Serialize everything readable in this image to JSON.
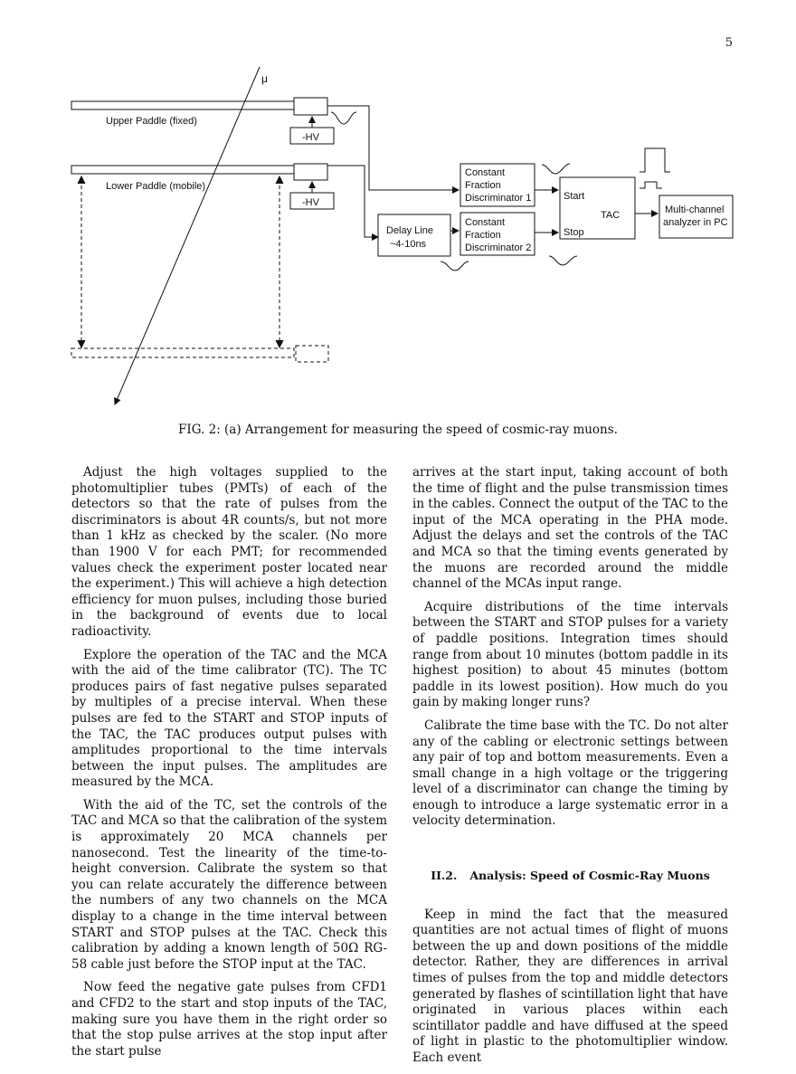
{
  "page": {
    "number": "5"
  },
  "figure": {
    "labels": {
      "mu": "μ",
      "upper_paddle": "Upper Paddle (fixed)",
      "lower_paddle": "Lower Paddle (mobile)",
      "hv_upper": "-HV",
      "hv_lower": "-HV",
      "cfd1": [
        "Constant",
        "Fraction",
        "Discriminator 1"
      ],
      "cfd2": [
        "Constant",
        "Fraction",
        "Discriminator 2"
      ],
      "delay_line": [
        "Delay Line",
        "~4-10ns"
      ],
      "tac": "TAC",
      "tac_start": "Start",
      "tac_stop": "Stop",
      "mca": [
        "Multi-channel",
        "analyzer in PC"
      ]
    },
    "caption": "FIG. 2: (a) Arrangement for measuring the speed of cosmic-ray muons."
  },
  "left_column": [
    "Adjust the high voltages supplied to the photomultiplier tubes (PMTs) of each of the detectors so that the rate of pulses from the discriminators is about 4R counts/s, but not more than 1 kHz as checked by the scaler. (No more than 1900 V for each PMT; for recommended values check the experiment poster located near the experiment.) This will achieve a high detection efficiency for muon pulses, including those buried in the background of events due to local radioactivity.",
    "Explore the operation of the TAC and the MCA with the aid of the time calibrator (TC). The TC produces pairs of fast negative pulses separated by multiples of a precise interval. When these pulses are fed to the START and STOP inputs of the TAC, the TAC produces output pulses with amplitudes proportional to the time intervals between the input pulses. The amplitudes are measured by the MCA.",
    "With the aid of the TC, set the controls of the TAC and MCA so that the calibration of the system is approximately 20 MCA channels per nanosecond. Test the linearity of the time-to-height conversion. Calibrate the system so that you can relate accurately the difference between the numbers of any two channels on the MCA display to a change in the time interval between START and STOP pulses at the TAC. Check this calibration by adding a known length of 50Ω RG-58 cable just before the STOP input at the TAC.",
    "Now feed the negative gate pulses from CFD1 and CFD2 to the start and stop inputs of the TAC, making sure you have them in the right order so that the stop pulse arrives at the stop input after the start pulse"
  ],
  "right_column": {
    "paragraphs_before": [
      "arrives at the start input, taking account of both the time of flight and the pulse transmission times in the cables. Connect the output of the TAC to the input of the MCA operating in the PHA mode. Adjust the delays and set the controls of the TAC and MCA so that the timing events generated by the muons are recorded around the middle channel of the MCAs input range.",
      "Acquire distributions of the time intervals between the START and STOP pulses for a variety of paddle positions. Integration times should range from about 10 minutes (bottom paddle in its highest position) to about 45 minutes (bottom paddle in its lowest position). How much do you gain by making longer runs?",
      "Calibrate the time base with the TC. Do not alter any of the cabling or electronic settings between any pair of top and bottom measurements. Even a small change in a high voltage or the triggering level of a discriminator can change the timing by enough to introduce a large systematic error in a velocity determination."
    ],
    "section": {
      "number": "II.2.",
      "title": "Analysis: Speed of Cosmic-Ray Muons"
    },
    "paragraphs_after": [
      "Keep in mind the fact that the measured quantities are not actual times of flight of muons between the up and down positions of the middle detector. Rather, they are differences in arrival times of pulses from the top and middle detectors generated by flashes of scintillation light that have originated in various places within each scintillator paddle and have diffused at the speed of light in plastic to the photomultiplier window. Each event"
    ]
  }
}
